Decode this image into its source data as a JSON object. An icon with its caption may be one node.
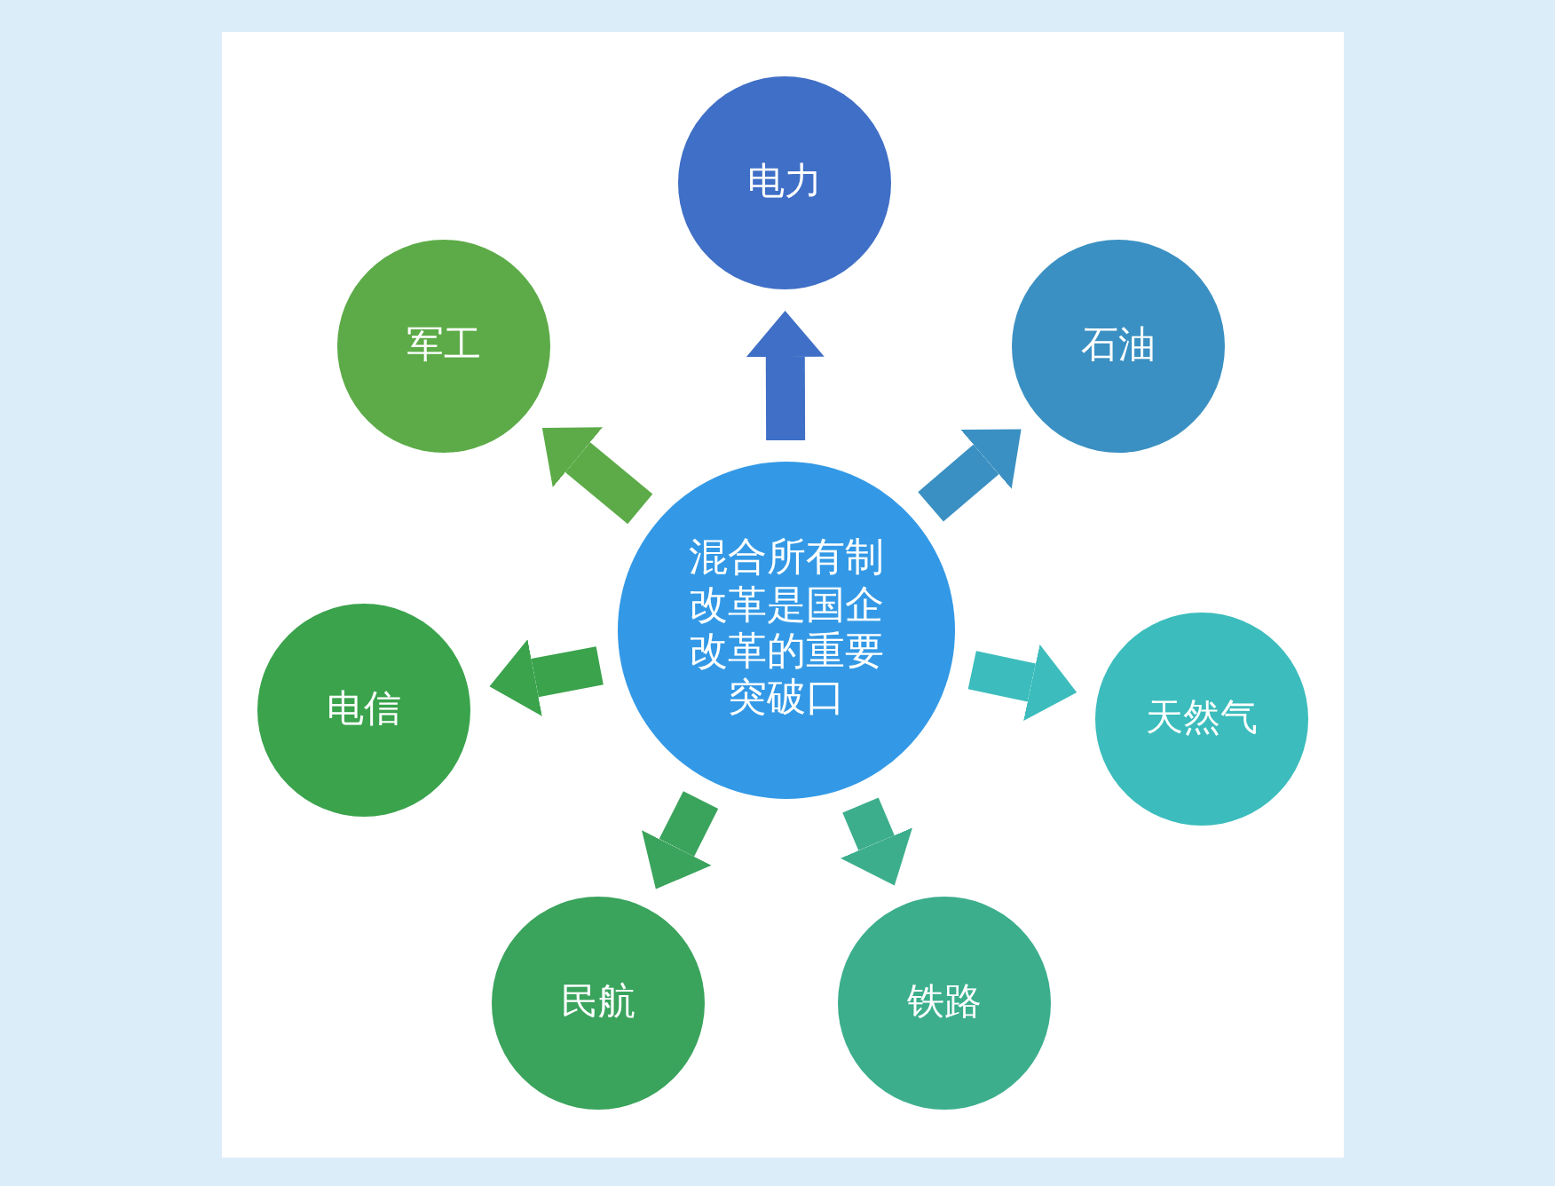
{
  "diagram": {
    "nodes": [
      {
        "text": [
          "混合所有制改革是国企改革的重要突破口"
        ]
      },
      {
        "text": [
          "电力"
        ]
      },
      {
        "text": [
          "石油"
        ]
      },
      {
        "text": [
          "天然气"
        ]
      },
      {
        "text": [
          "铁路"
        ]
      },
      {
        "text": [
          "民航"
        ]
      },
      {
        "text": [
          "电信"
        ]
      },
      {
        "text": [
          "军工"
        ]
      }
    ],
    "edges": [
      {
        "from": 0,
        "to": 1,
        "arrow": "to",
        "color": "#3f6fc6"
      },
      {
        "from": 0,
        "to": 2,
        "arrow": "to",
        "color": "#3a90c2"
      },
      {
        "from": 0,
        "to": 3,
        "arrow": "to",
        "color": "#3cbcbc"
      },
      {
        "from": 0,
        "to": 4,
        "arrow": "to",
        "color": "#3cae8c"
      },
      {
        "from": 0,
        "to": 5,
        "arrow": "to",
        "color": "#3aa35c"
      },
      {
        "from": 0,
        "to": 6,
        "arrow": "to",
        "color": "#3aa34c"
      },
      {
        "from": 0,
        "to": 7,
        "arrow": "to",
        "color": "#5cab48"
      }
    ]
  }
}
